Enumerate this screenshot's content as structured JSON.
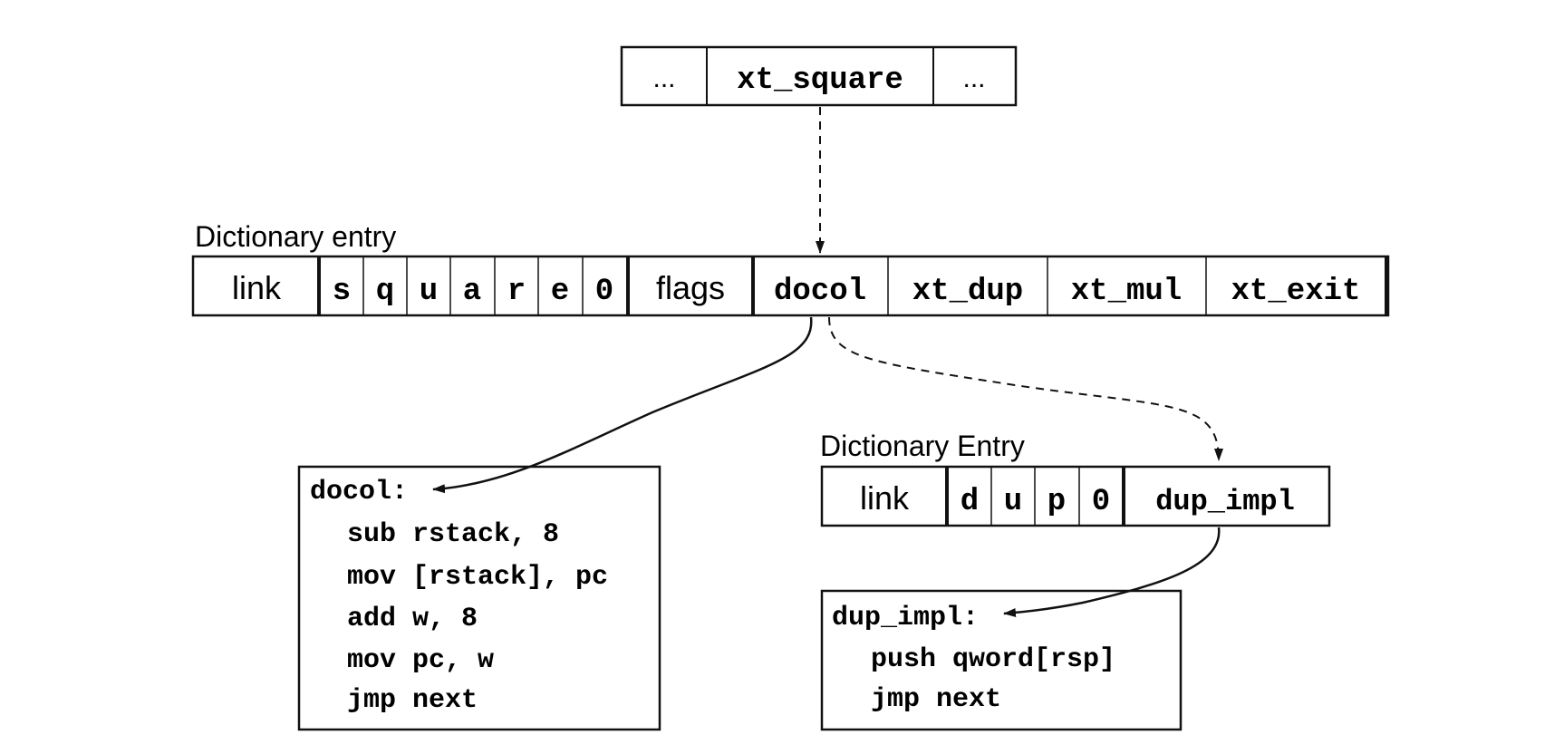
{
  "top_row": {
    "cells": [
      "...",
      "xt_square",
      "..."
    ]
  },
  "entry_square": {
    "label": "Dictionary entry",
    "link": "link",
    "name_chars": [
      "s",
      "q",
      "u",
      "a",
      "r",
      "e",
      "0"
    ],
    "flags": "flags",
    "xts": [
      "docol",
      "xt_dup",
      "xt_mul",
      "xt_exit"
    ]
  },
  "entry_dup": {
    "label": "Dictionary Entry",
    "link": "link",
    "name_chars": [
      "d",
      "u",
      "p",
      "0"
    ],
    "impl": "dup_impl"
  },
  "docol_code": {
    "label": "docol:",
    "lines": [
      "sub rstack, 8",
      "mov [rstack], pc",
      "add w, 8",
      "mov pc, w",
      "jmp next"
    ]
  },
  "dup_code": {
    "label": "dup_impl:",
    "lines": [
      "push qword[rsp]",
      "jmp next"
    ]
  }
}
